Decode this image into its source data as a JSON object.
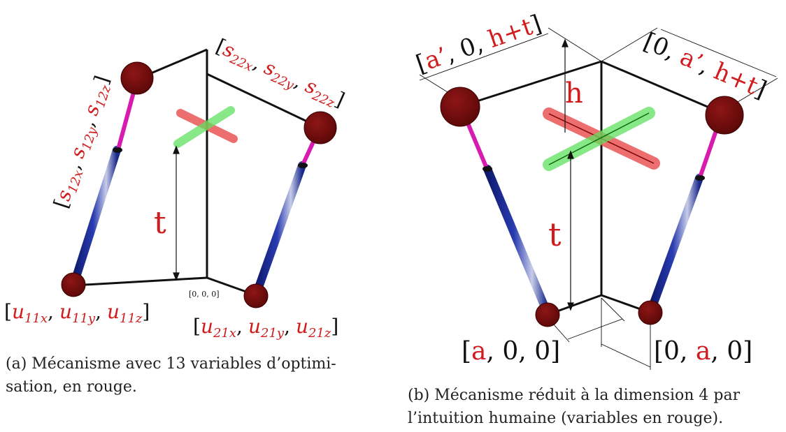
{
  "left": {
    "t_label": "t",
    "origin_label": "[0, 0, 0]",
    "s12": {
      "open": "[",
      "x": "s",
      "xs": "12x",
      "y": "s",
      "ys": "12y",
      "z": "s",
      "zs": "12z",
      "close": "]"
    },
    "s22": {
      "open": "[",
      "x": "s",
      "xs": "22x",
      "y": "s",
      "ys": "22y",
      "z": "s",
      "zs": "22z",
      "close": "]"
    },
    "u11": {
      "open": "[",
      "x": "u",
      "xs": "11x",
      "y": "u",
      "ys": "11y",
      "z": "u",
      "zs": "11z",
      "close": "]"
    },
    "u21": {
      "open": "[",
      "x": "u",
      "xs": "21x",
      "y": "u",
      "ys": "21y",
      "z": "u",
      "zs": "21z",
      "close": "]"
    },
    "comma": ",",
    "caption_line1": "(a) Mécanisme avec 13 variables d’optimi-",
    "caption_line2": "sation, en rouge."
  },
  "right": {
    "h_label": "h",
    "t_label": "t",
    "top_left": {
      "open": "[",
      "a": "a’",
      "mid": ", 0, ",
      "ht": "h+t",
      "close": "]"
    },
    "top_right": {
      "open": "[0, ",
      "a": "a’",
      "mid": ", ",
      "ht": "h+t",
      "close": "]"
    },
    "bottom_left": {
      "open": "[",
      "a": "a",
      "rest": ", 0, 0]"
    },
    "bottom_right": {
      "open": "[0, ",
      "a": "a",
      "rest": ", 0]"
    },
    "caption_line1": "(b) Mécanisme réduit à la dimension 4 par",
    "caption_line2": "l’intuition humaine (variables en rouge)."
  },
  "colors": {
    "variable_red": "#d01c1c",
    "joint_dark_red": "#7a0a0a",
    "rod_magenta": "#d81bb0",
    "rod_blue": "#1a2a8c",
    "cross_red": "#e84a4a",
    "cross_green": "#5fe05f"
  }
}
